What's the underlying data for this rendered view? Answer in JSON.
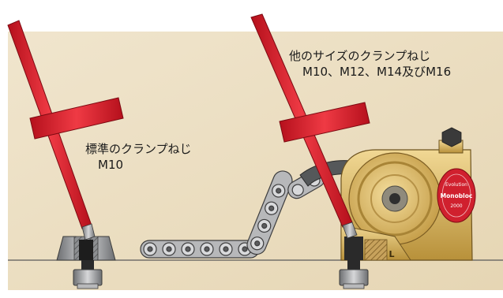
{
  "labels": {
    "standard_title": "標準のクランプねじ",
    "standard_size": "M10",
    "other_title": "他のサイズのクランプねじ",
    "other_sizes": "M10、M12、M14及びM16"
  },
  "badge": {
    "line1": "Evolution",
    "line2": "Monobloc",
    "line3": "2000"
  },
  "corner_mark": "L",
  "colors": {
    "panel": "#ece0c6",
    "handle_red": "#dc1e2a",
    "steel": "#a7a9ac",
    "gold": "#d7b869",
    "badge_red": "#d0202e"
  },
  "icons": [
    "t-handle-wrench",
    "t-handle-wrench",
    "roller-chain",
    "clamp-block",
    "machine-vise"
  ]
}
